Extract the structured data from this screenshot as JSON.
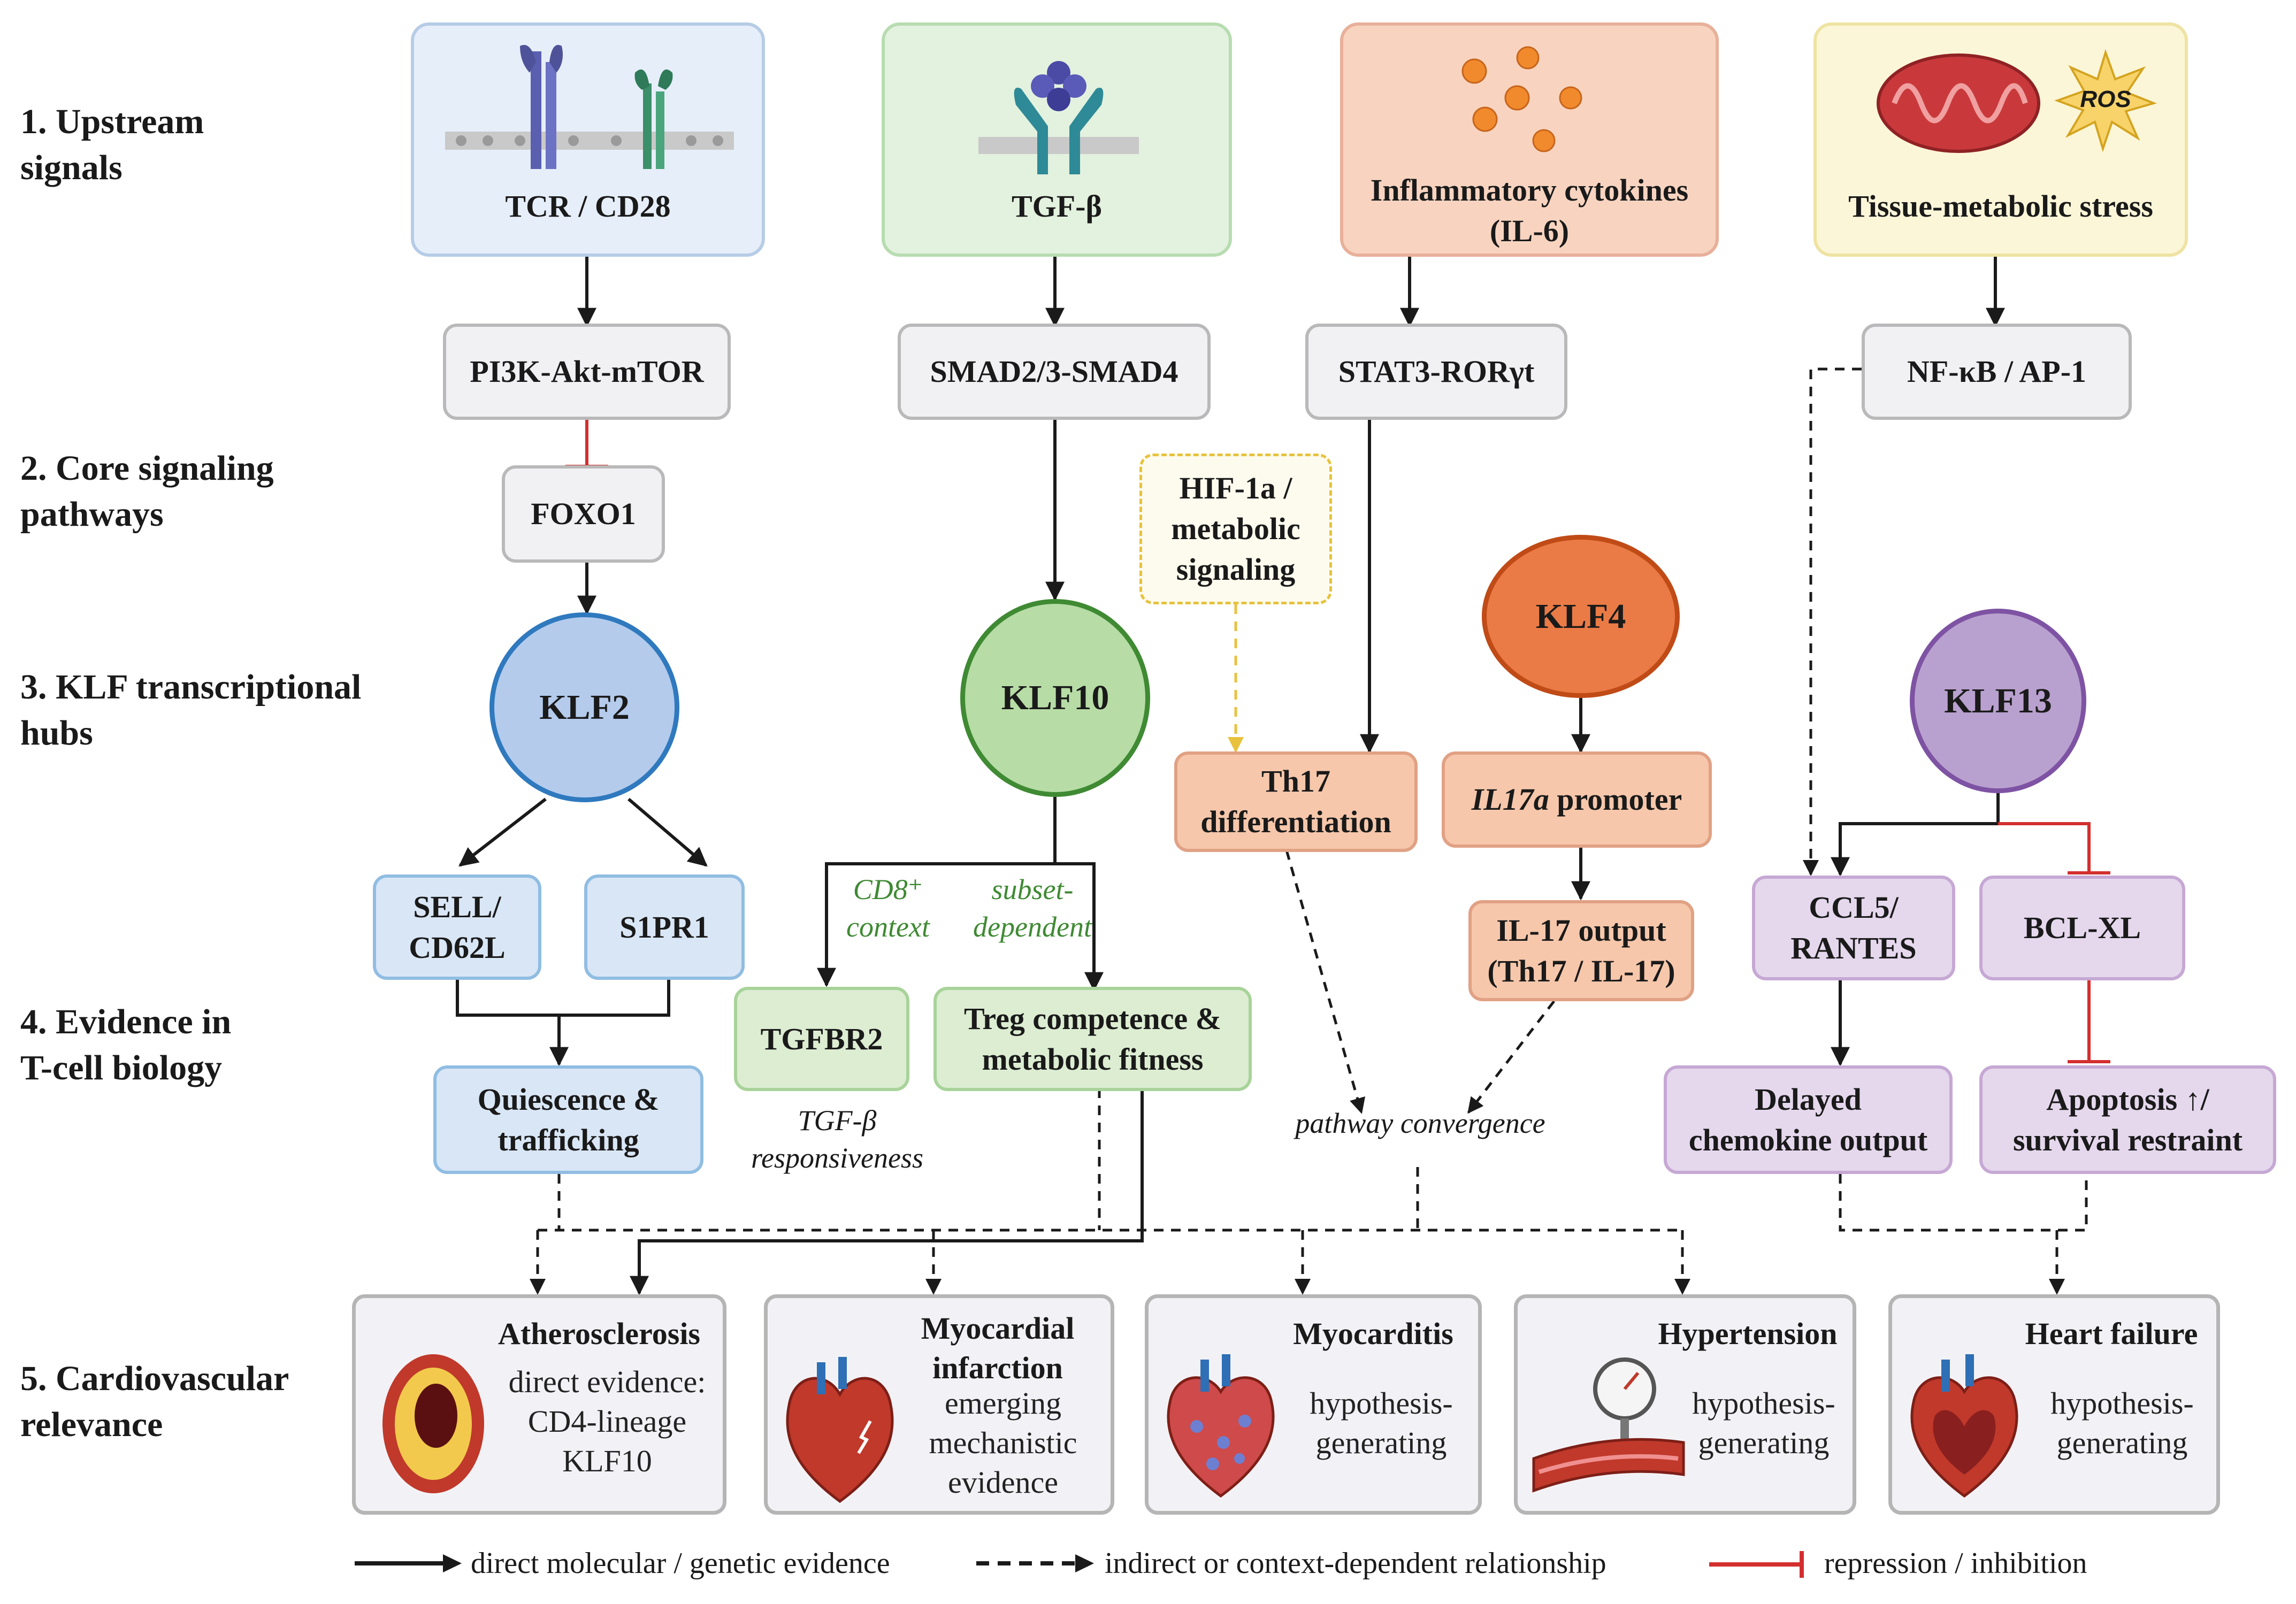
{
  "levels": [
    {
      "lines": [
        "1. Upstream",
        "signals"
      ]
    },
    {
      "lines": [
        "2. Core signaling",
        "pathways"
      ]
    },
    {
      "lines": [
        "3. KLF transcriptional",
        "hubs"
      ]
    },
    {
      "lines": [
        "4. Evidence in",
        "T-cell biology"
      ]
    },
    {
      "lines": [
        "5. Cardiovascular",
        "relevance"
      ]
    }
  ],
  "upstream": {
    "tcr": {
      "label": "TCR / CD28",
      "icon": "tcr-receptor-icon"
    },
    "tgf": {
      "label": "TGF-β",
      "icon": "tgf-receptor-icon"
    },
    "cyto": {
      "label1": "Inflammatory cytokines",
      "label2": "(IL-6)",
      "icon": "cytokine-particles-icon"
    },
    "stress": {
      "label": "Tissue-metabolic stress",
      "ros": "ROS",
      "icon": "mitochondrion-icon"
    }
  },
  "pathways": {
    "pi3k": "PI3K-Akt-mTOR",
    "smad": "SMAD2/3-SMAD4",
    "stat3": "STAT3-RORγt",
    "nfkb": "NF-κB / AP-1",
    "foxo1": "FOXO1",
    "hif": [
      "HIF-1a /",
      "metabolic",
      "signaling"
    ]
  },
  "hubs": {
    "klf2": "KLF2",
    "klf10": "KLF10",
    "klf4": "KLF4",
    "klf13": "KLF13"
  },
  "evidence": {
    "sell": [
      "SELL/",
      "CD62L"
    ],
    "s1pr1": "S1PR1",
    "quiescence": [
      "Quiescence &",
      "trafficking"
    ],
    "cd8_note": [
      "CD8⁺",
      "context"
    ],
    "subset_note": [
      "subset-",
      "dependent"
    ],
    "tgfbr2": "TGFBR2",
    "tgfbr2_note": [
      "TGF-β",
      "responsiveness"
    ],
    "treg": [
      "Treg competence &",
      "metabolic fitness"
    ],
    "th17": [
      "Th17",
      "differentiation"
    ],
    "il17a_gene": "IL17a",
    "il17a_rest": " promoter",
    "il17out": [
      "IL-17 output",
      "(Th17 / IL-17)"
    ],
    "convergence": "pathway convergence",
    "ccl5": [
      "CCL5/",
      "RANTES"
    ],
    "bclxl": "BCL-XL",
    "delayed": [
      "Delayed",
      "chemokine output"
    ],
    "apoptosis": [
      "Apoptosis ↑/",
      "survival restraint"
    ]
  },
  "cardio": [
    {
      "title": "Atherosclerosis",
      "desc": [
        "direct evidence:",
        "CD4-lineage",
        "KLF10"
      ],
      "icon": "artery-plaque-icon"
    },
    {
      "title": "Myocardial infarction",
      "title_lines": [
        "Myocardial",
        "infarction"
      ],
      "desc": [
        "emerging",
        "mechanistic",
        "evidence"
      ],
      "icon": "infarct-heart-icon"
    },
    {
      "title": "Myocarditis",
      "desc": [
        "hypothesis-",
        "generating"
      ],
      "icon": "inflamed-heart-icon"
    },
    {
      "title": "Hypertension",
      "desc": [
        "hypothesis-",
        "generating"
      ],
      "icon": "blood-pressure-gauge-icon"
    },
    {
      "title": "Heart failure",
      "desc": [
        "hypothesis-",
        "generating"
      ],
      "icon": "heart-section-icon"
    }
  ],
  "legend": {
    "solid": "direct molecular / genetic evidence",
    "dashed": "indirect or context-dependent relationship",
    "repress": "repression / inhibition"
  },
  "colors": {
    "arrow": "#1a1a1a",
    "repression": "#d32f2f",
    "klf2": "#b4cbec",
    "klf10": "#b7dca6",
    "klf4": "#ea7b46",
    "klf13": "#b9a1cf",
    "italic_green": "#3f8a33"
  }
}
